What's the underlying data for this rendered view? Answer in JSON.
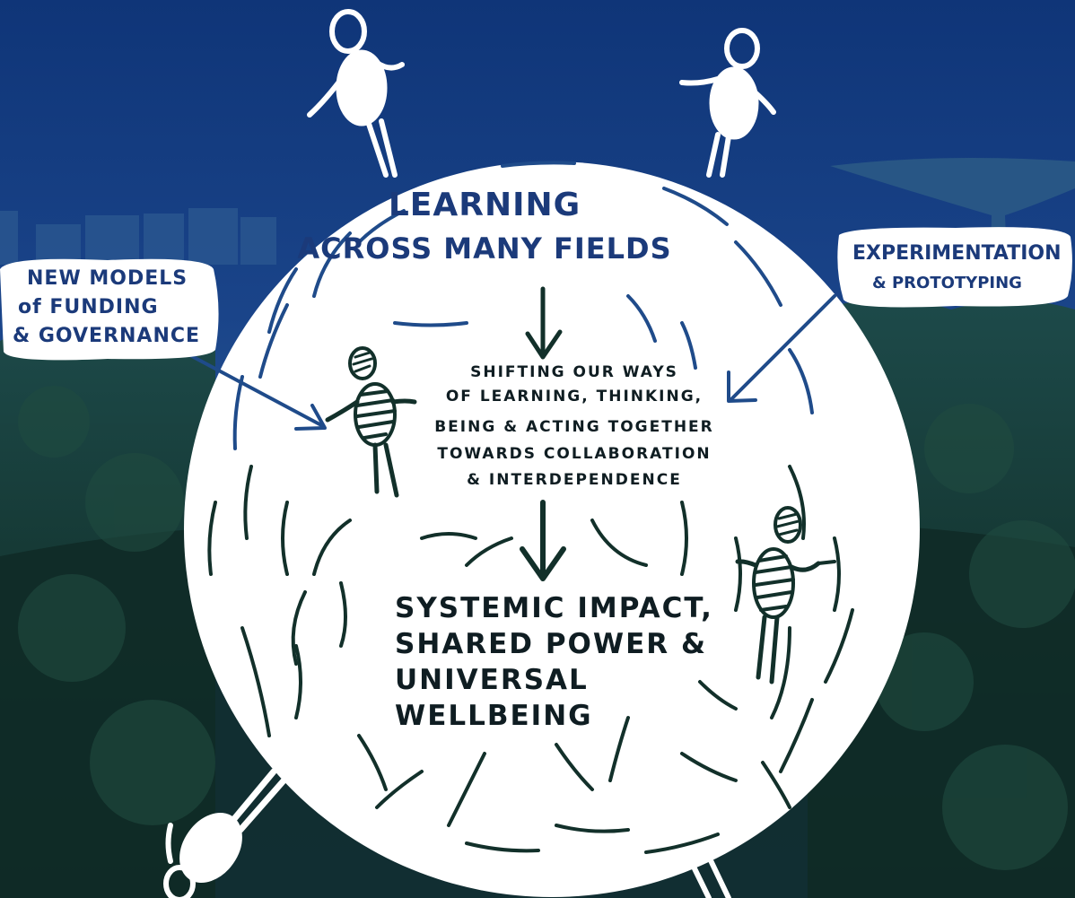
{
  "center_top": {
    "line1": "LEARNING",
    "line2": "ACROSS MANY FIELDS"
  },
  "center_middle": {
    "line1": "SHIFTING OUR WAYS",
    "line2": "OF LEARNING, THINKING,",
    "line3": "BEING & ACTING TOGETHER",
    "line4": "TOWARDS COLLABORATION",
    "line5": "& INTERDEPENDENCE"
  },
  "center_bottom": {
    "line1": "SYSTEMIC IMPACT,",
    "line2": "SHARED POWER &",
    "line3": "UNIVERSAL",
    "line4": "WELLBEING"
  },
  "left_label": {
    "line1": "NEW MODELS",
    "line2": "of FUNDING",
    "line3": "& GOVERNANCE"
  },
  "right_label": {
    "line1": "EXPERIMENTATION",
    "line2": "& PROTOTYPING"
  },
  "colors": {
    "sky_top": "#0f3578",
    "sky_bottom": "#1e4b94",
    "forest": "#13302a",
    "circle": "#ffffff",
    "navy_text": "#1b3a7a",
    "dark_text": "#0f1d22"
  }
}
